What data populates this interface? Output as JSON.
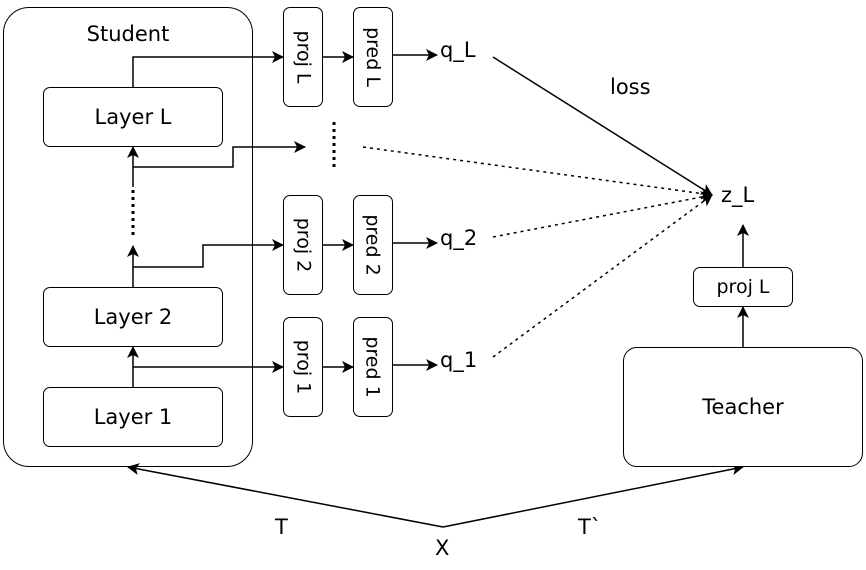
{
  "student": {
    "title": "Student"
  },
  "layers": {
    "layer_L": "Layer L",
    "layer_2": "Layer 2",
    "layer_1": "Layer 1"
  },
  "proj": {
    "L": "proj L",
    "two": "proj 2",
    "one": "proj 1"
  },
  "pred": {
    "L": "pred L",
    "two": "pred 2",
    "one": "pred 1"
  },
  "outputs": {
    "q_L": "q_L",
    "q_2": "q_2",
    "q_1": "q_1"
  },
  "target": "z_L",
  "loss": "loss",
  "teacher": {
    "title": "Teacher",
    "proj": "proj L"
  },
  "input": {
    "x": "X",
    "t_student": "T",
    "t_teacher": "T`"
  }
}
